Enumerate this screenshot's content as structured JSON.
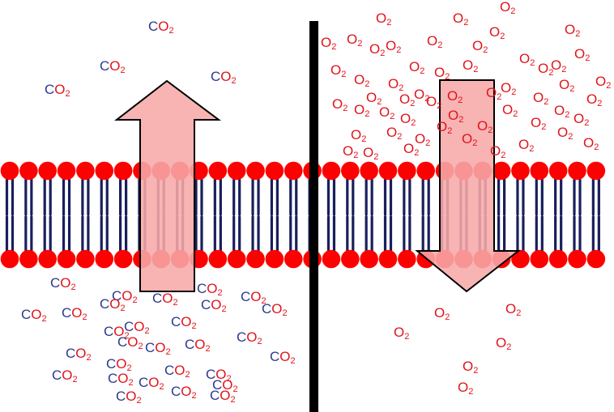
{
  "colors": {
    "head": "#ff0000",
    "tail": "#1a1f5c",
    "arrow_fill": "#f7a9a9",
    "arrow_stroke": "#000000",
    "carbon": "#2b3a8f",
    "oxygen": "#e0141b"
  },
  "molecules": {
    "co2": {
      "c": "C",
      "o": "O",
      "sub": "2"
    },
    "o2": {
      "o": "O",
      "sub": "2"
    }
  },
  "left_panel": {
    "arrow_direction": "up",
    "molecule": "co2",
    "count_above": 4,
    "count_below": 33
  },
  "right_panel": {
    "arrow_direction": "down",
    "molecule": "o2",
    "count_above": 54,
    "count_below": 6
  }
}
